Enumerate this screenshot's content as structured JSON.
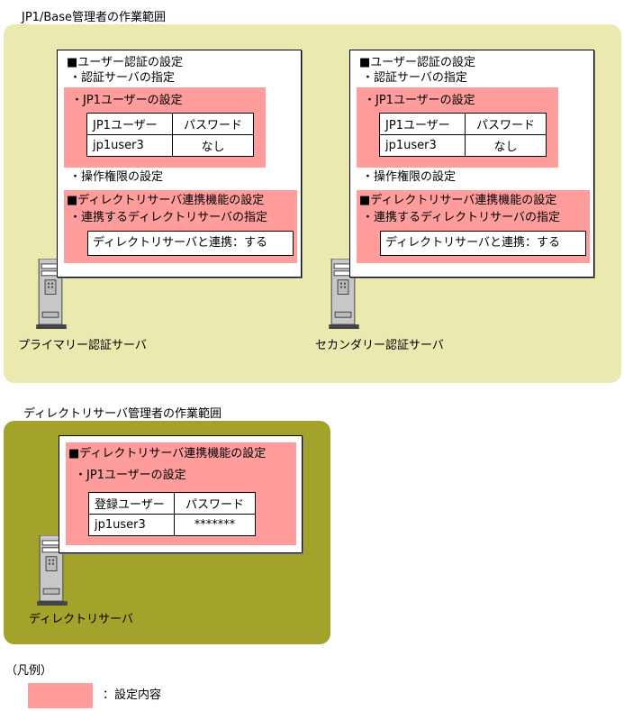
{
  "jp1": {
    "title": "JP1/Base管理者の作業範囲",
    "bg": "#e9e9b0",
    "primary": {
      "section_auth": "■ユーザー認証の設定",
      "auth_server": "・認証サーバの指定",
      "jp1_user_setting": "・JP1ユーザーの設定",
      "table": {
        "h1": "JP1ユーザー",
        "h2": "パスワード",
        "v1": "jp1user3",
        "v2": "なし"
      },
      "permission": "・操作権限の設定",
      "dir_section": "■ディレクトリサーバ連携機能の設定",
      "dir_spec": "・連携するディレクトリサーバの指定",
      "dir_box": "ディレクトリサーバと連携：する",
      "label": "プライマリー認証サーバ"
    },
    "secondary": {
      "section_auth": "■ユーザー認証の設定",
      "auth_server": "・認証サーバの指定",
      "jp1_user_setting": "・JP1ユーザーの設定",
      "table": {
        "h1": "JP1ユーザー",
        "h2": "パスワード",
        "v1": "jp1user3",
        "v2": "なし"
      },
      "permission": "・操作権限の設定",
      "dir_section": "■ディレクトリサーバ連携機能の設定",
      "dir_spec": "・連携するディレクトリサーバの指定",
      "dir_box": "ディレクトリサーバと連携：する",
      "label": "セカンダリー認証サーバ"
    }
  },
  "dir": {
    "title": "ディレクトリサーバ管理者の作業範囲",
    "bg": "#a3a22b",
    "section": "■ディレクトリサーバ連携機能の設定",
    "jp1_user_setting": "・JP1ユーザーの設定",
    "table": {
      "h1": "登録ユーザー",
      "h2": "パスワード",
      "v1": "jp1user3",
      "v2": "*******"
    },
    "label": "ディレクトリサーバ"
  },
  "legend": {
    "title": "（凡例）",
    "item": "：設定内容",
    "color": "#ff9d9d"
  }
}
